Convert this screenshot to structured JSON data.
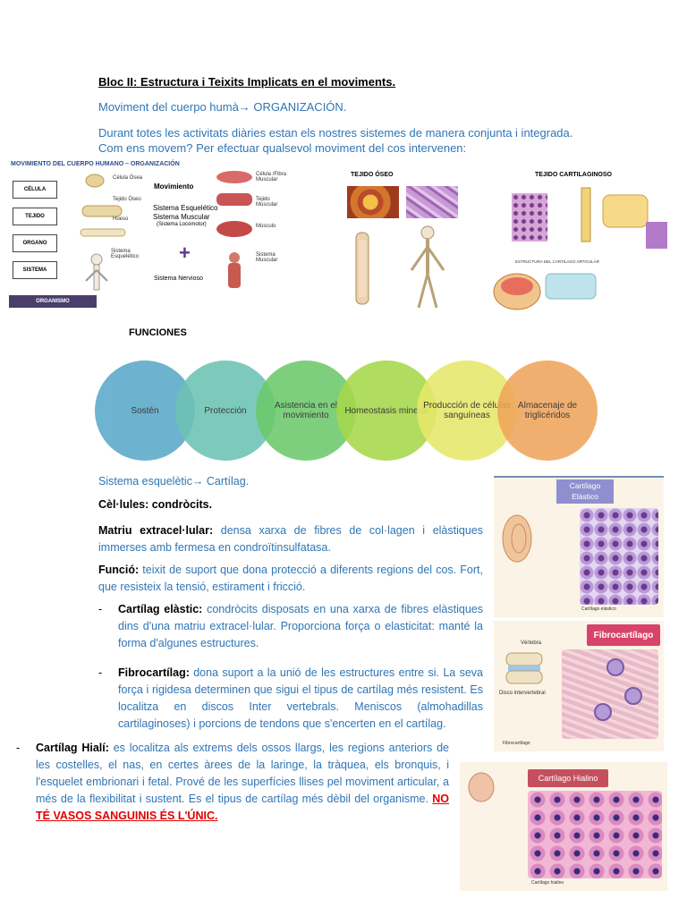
{
  "header": {
    "title": "Bloc II: Estructura i Teixits Implicats en el moviments.",
    "subtitle": "Moviment del cuerpo humà→ ORGANIZACIÓN.",
    "intro_line1": "Durant totes les activitats diàries estan els nostres sistemes de manera conjunta i integrada.",
    "intro_line2": "Com ens movem? Per efectuar qualsevol moviment del cos intervenen:"
  },
  "figure_org": {
    "heading": "MOVIMIENTO DEL CUERPO HUMANO – ORGANIZACIÓN",
    "levels": [
      "CÉLULA",
      "TEJIDO",
      "ORGANO",
      "SISTEMA",
      "ORGANISMO"
    ],
    "bone_labels": [
      "Célula Ósea",
      "Tejido Óseo",
      "Hueso",
      "Sistema Esquelético"
    ],
    "center_top": "Movimiento",
    "center_lines": [
      "Sistema Esquelético",
      "Sistema Muscular",
      "(Sistema Locomotor)"
    ],
    "plus": "+",
    "center_bottom": "Sistema Nervioso",
    "muscle_labels": [
      "Célula /Fibra Muscular",
      "Tejido Muscular",
      "Músculo",
      "Sistema Muscular"
    ]
  },
  "figure_bone": {
    "heading": "TEJIDO ÓSEO"
  },
  "figure_cart": {
    "heading": "TEJIDO CARTILAGINOSO",
    "caption": "ESTRUCTURA DEL CARTILAGO ARTICULAR"
  },
  "functions": {
    "heading": "FUNCIONES",
    "items": [
      {
        "label": "Sostén",
        "color": "#5aa8c8"
      },
      {
        "label": "Protección",
        "color": "#6cc3b4"
      },
      {
        "label": "Asistencia en el movimiento",
        "color": "#6cc96c"
      },
      {
        "label": "Homeostasis mineral",
        "color": "#a6d84a"
      },
      {
        "label": "Producción de células sanguíneas",
        "color": "#e6e86a"
      },
      {
        "label": "Almacenaje de triglicéridos",
        "color": "#f0a55c"
      }
    ]
  },
  "body": {
    "sys_line": "Sistema esquelètic→ Cartílag.",
    "cells_label": "Cèl·lules: condròcits.",
    "matrix_label": "Matriu extracel·lular:",
    "matrix_text": " densa xarxa de fibres de col·lagen i elàstiques immerses amb fermesa en condroïtinsulfatasa.",
    "func_label": "Funció:",
    "func_text": " teixit de suport que dona protecció a diferents regions del cos. Fort, que resisteix la tensió, estirament i fricció.",
    "elastic_label": "Cartílag elàstic:",
    "elastic_text": " condròcits disposats en una xarxa de fibres elàstiques dins d'una matriu extracel·lular. Proporciona força o elasticitat: manté la forma d'algunes estructures.",
    "fibro_label": "Fibrocartílag:",
    "fibro_text": " dona suport a la unió de les estructures entre si. La seva força i rigidesa determinen que sigui el tipus de cartílag més resistent. Es localitza en discos Inter vertebrals. Meniscos (almohadillas cartilaginoses) i porcions de tendons que s'encerten en el cartílag.",
    "hyaline_label": "Cartílag Hialí:",
    "hyaline_text": " es localitza als extrems dels ossos llargs, les regions anteriors de les costelles, el nas, en certes àrees de la laringe, la tràquea, els bronquis, i l'esquelet embrionari i fetal. Prové de les superfícies llises pel moviment articular, a més de la flexibilitat i sustent.  Es el tipus de cartílag més dèbil del organisme. ",
    "hyaline_warning": "NO TÉ VASOS SANGUINIS ÉS L'ÚNIC.",
    "dash": "-"
  },
  "figures_right": {
    "elastic_title": "Cartílago Elástico",
    "elastic_caption": "Cartílago elástico",
    "fibro_title": "Fibrocartílago",
    "fibro_caption": "Fibrocartílago",
    "fibro_label1": "Vértebra",
    "fibro_label2": "Disco intervertebral",
    "hyaline_title": "Cartílago Hialino",
    "hyaline_caption": "Cartílago hialino"
  }
}
